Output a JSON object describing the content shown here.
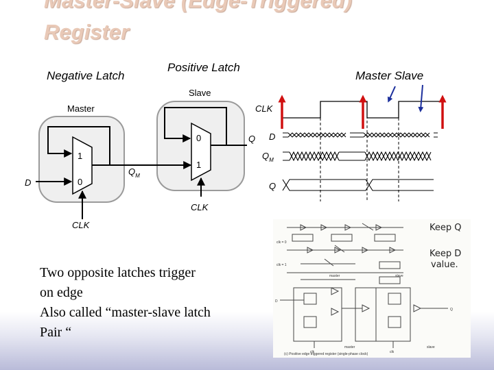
{
  "slide": {
    "title_line1": "Master-Slave (Edge-Triggered)",
    "title_line2": "Register",
    "negative_latch_label": "Negative Latch",
    "positive_latch_label": "Positive Latch",
    "master_slave_label": "Master  Slave",
    "body_lines": [
      "Two opposite latches trigger",
      "on edge",
      "Also called “master-slave latch",
      "Pair “"
    ]
  },
  "schematic": {
    "master": "Master",
    "slave": "Slave",
    "in0": "0",
    "in1": "1",
    "d": "D",
    "qm": "Q",
    "qm_sub": "M",
    "q": "Q",
    "clk": "CLK"
  },
  "timing": {
    "clk": "CLK",
    "d": "D",
    "qm": "Q",
    "qm_sub": "M",
    "q": "Q"
  },
  "photo": {
    "clk0": "clk = 0",
    "clk1": "clk = 1",
    "master": "master",
    "slave": "slave",
    "clk": "clk",
    "note_keep": "Keep Q",
    "note_keep_d": "Keep D",
    "note_value": "value.",
    "caption": "(c)  Positive edge triggered  register (single-phase clock)",
    "d": "D",
    "q": "Q"
  },
  "colors": {
    "title": "#e9c9b7",
    "arrow_red": "#d01010",
    "arrow_blue": "#1c2f9c",
    "latch_box": "#9a9a9a"
  }
}
